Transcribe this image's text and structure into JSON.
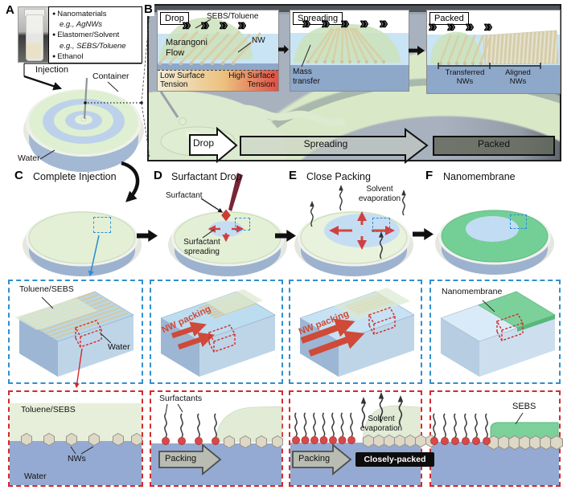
{
  "panelA": {
    "letter": "A",
    "legend_item1": "Nanomaterials",
    "legend_item1_eg": "e.g., AgNWs",
    "legend_item2": "Elastomer/Solvent",
    "legend_item2_eg": "e.g., SEBS/Toluene",
    "legend_item3": "Ethanol",
    "injection_label": "Injection",
    "container_label": "Container",
    "water_label": "Water"
  },
  "panelB": {
    "letter": "B",
    "inset_drop": {
      "title": "Drop",
      "sebs_toluene_label": "SEBS/Toluene",
      "marangoni_label": "Marangoni Flow",
      "nw_label": "NW",
      "low_tension_label": "Low Surface Tension",
      "high_tension_label": "High Surface Tension"
    },
    "inset_spreading": {
      "title": "Spreading",
      "mass_transfer_label": "Mass transfer"
    },
    "inset_packed": {
      "title": "Packed",
      "transferred_label": "Transferred NWs",
      "aligned_label": "Aligned NWs"
    },
    "flow_bar": {
      "drop": "Drop",
      "spreading": "Spreading",
      "packed": "Packed"
    }
  },
  "panelC": {
    "letter": "C",
    "title": "Complete Injection",
    "mid_inset": {
      "toluene_sebs_label": "Toluene/SEBS",
      "water_label": "Water"
    },
    "bottom_inset": {
      "toluene_sebs_label": "Toluene/SEBS",
      "nws_label": "NWs",
      "water_label": "Water"
    }
  },
  "panelD": {
    "letter": "D",
    "title": "Surfactant Drop",
    "surfactant_label": "Surfactant",
    "surfactant_spreading_label": "Surfactant spreading",
    "mid_inset": {
      "nw_packing_label": "NW packing"
    },
    "bottom_inset": {
      "surfactants_label": "Surfactants",
      "packing_label": "Packing"
    }
  },
  "panelE": {
    "letter": "E",
    "title": "Close Packing",
    "solvent_evaporation_label": "Solvent evaporation",
    "mid_inset": {
      "nw_packing_label": "NW packing"
    },
    "bottom_inset": {
      "solvent_evaporation_label": "Solvent evaporation",
      "packing_label": "Packing",
      "closely_packed_label": "Closely-packed"
    }
  },
  "panelF": {
    "letter": "F",
    "title": "Nanomembrane",
    "mid_inset": {
      "nanomembrane_label": "Nanomembrane"
    },
    "bottom_inset": {
      "sebs_label": "SEBS"
    }
  },
  "icons": {
    "chevron": "»",
    "bullet": "●"
  },
  "colors": {
    "disk_top_green": "#e3f0d6",
    "ring_blue": "#bdd2ea",
    "water_side_blue": "#9db2cf",
    "deep_water_blue": "#94aad2",
    "membrane_green": "#74cf97",
    "surfactant_red": "#d94848",
    "packing_arrow_red": "#cf4a38",
    "callout_blue": "#2e8fd5",
    "callout_red": "#d42a2a",
    "tension_gradient_left": "#f2edd8",
    "tension_gradient_right": "#df5148"
  }
}
